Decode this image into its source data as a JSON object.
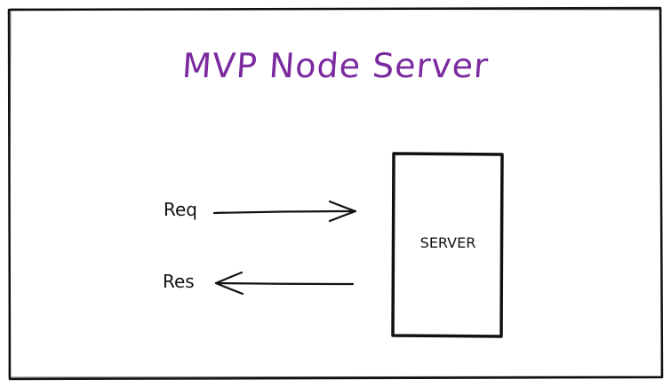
{
  "title": "MVP Node Server",
  "request_label": "Req",
  "response_label": "Res",
  "server_label": "SERVER",
  "colors": {
    "title": "#7b2aa0",
    "stroke": "#111111",
    "background": "#ffffff"
  }
}
